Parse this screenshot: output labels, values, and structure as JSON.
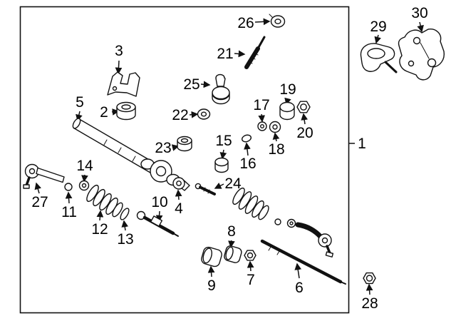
{
  "diagram": {
    "kind": "exploded-parts-diagram",
    "ink_color": "#111111",
    "background_color": "#ffffff",
    "callouts": [
      "1",
      "2",
      "3",
      "4",
      "5",
      "6",
      "7",
      "8",
      "9",
      "10",
      "11",
      "12",
      "13",
      "14",
      "15",
      "16",
      "17",
      "18",
      "19",
      "20",
      "21",
      "22",
      "23",
      "24",
      "25",
      "26",
      "27",
      "28",
      "29",
      "30"
    ]
  }
}
